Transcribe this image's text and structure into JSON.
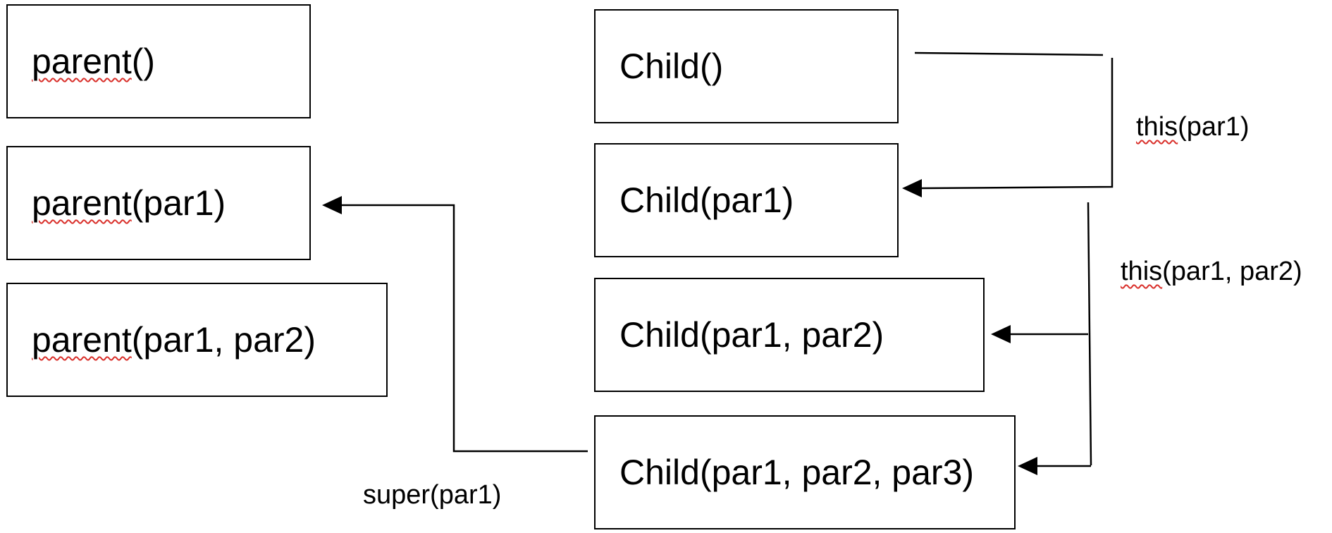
{
  "parent_boxes": [
    {
      "name": "parent",
      "args": "()"
    },
    {
      "name": "parent",
      "args": "(par1)"
    },
    {
      "name": "parent",
      "args": "(par1, par2)"
    }
  ],
  "child_boxes": [
    {
      "label": "Child()"
    },
    {
      "label": "Child(par1)"
    },
    {
      "label": "Child(par1, par2)"
    },
    {
      "label": "Child(par1, par2, par3)"
    }
  ],
  "edge_labels": {
    "super_call": "super(par1)",
    "this_single": {
      "keyword": "this",
      "args": "(par1)"
    },
    "this_double": {
      "keyword": "this",
      "args": "(par1, par2)"
    }
  },
  "colors": {
    "line": "#000000",
    "spellcheck_underline": "#d9302b"
  }
}
